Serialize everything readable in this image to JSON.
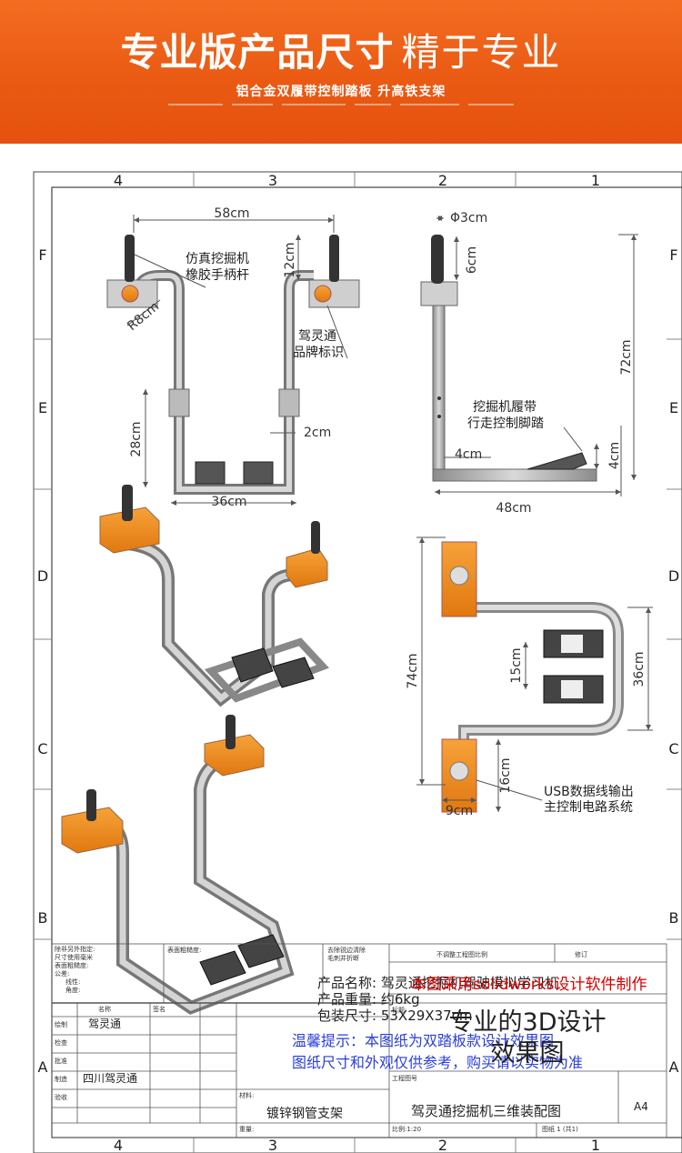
{
  "banner": {
    "title_bold": "专业版产品尺寸",
    "title_light": "精于专业",
    "subtitle": "铝合金双履带控制踏板 升高铁支架"
  },
  "grid": {
    "columns": [
      "4",
      "3",
      "2",
      "1"
    ],
    "rows": [
      "F",
      "E",
      "D",
      "C",
      "B",
      "A"
    ]
  },
  "front_view": {
    "width_top": "58cm",
    "grip_height": "12cm",
    "bend_radius": "R8cm",
    "base_height": "28cm",
    "tube_gap": "2cm",
    "base_width": "36cm",
    "label_handle_1": "仿真挖掘机",
    "label_handle_2": "橡胶手柄杆",
    "label_brand_1": "驾灵通",
    "label_brand_2": "品牌标识"
  },
  "side_view": {
    "diameter": "Φ3cm",
    "grip_height": "6cm",
    "total_height": "72cm",
    "label_pedal_1": "挖掘机履带",
    "label_pedal_2": "行走控制脚踏",
    "pedal_offset": "4cm",
    "pedal_height": "4cm",
    "depth": "48cm"
  },
  "top_view": {
    "length": "74cm",
    "pedal_spacing": "15cm",
    "width": "36cm",
    "box_length": "16cm",
    "box_width": "9cm",
    "label_usb_1": "USB数据线输出",
    "label_usb_2": "主控制电路系统"
  },
  "product_info": {
    "name_label": "产品名称:",
    "name_value": "驾灵通挖掘机驾驶模拟学习机",
    "weight_label": "产品重量:",
    "weight_value": "约6kg",
    "size_label": "包装尺寸:",
    "size_value": "53X29X37cm"
  },
  "notice": {
    "line1": "温馨提示：本图纸为双踏板款设计效果图",
    "line2": "图纸尺寸和外观仅供参考，购买请以实物为准"
  },
  "title_block": {
    "tolerance_lines": [
      "除非另外指定:",
      "尺寸使用毫米",
      "表面粗糙度:",
      "公差:",
      "线性:",
      "角度:"
    ],
    "surface_finish": "表面粗糙度:",
    "deburr_1": "去除锐边清除",
    "deburr_2": "毛刺并折断",
    "no_scale": "不调整工程图比例",
    "revision": "修订",
    "software_note": "本图采用solidworks设计软件制作",
    "name_header": "名称",
    "signature_header": "签名",
    "row_draw": "绘制",
    "row_check": "检查",
    "row_approve": "批准",
    "row_make": "制造",
    "row_qa": "验收",
    "drawer_name": "驾灵通",
    "maker_name": "四川驾灵通",
    "title_label": "标题:",
    "title_line1": "专业的3D设计",
    "title_line2": "效果图",
    "material_label": "材料:",
    "material_value": "镀锌钢管支架",
    "drawing_no_label": "工程图号",
    "drawing_no_value": "驾灵通挖掘机三维装配图",
    "sheet_size": "A4",
    "weight_label": "重量:",
    "scale": "比例:1:20",
    "sheet": "图纸 1 (共1)"
  }
}
